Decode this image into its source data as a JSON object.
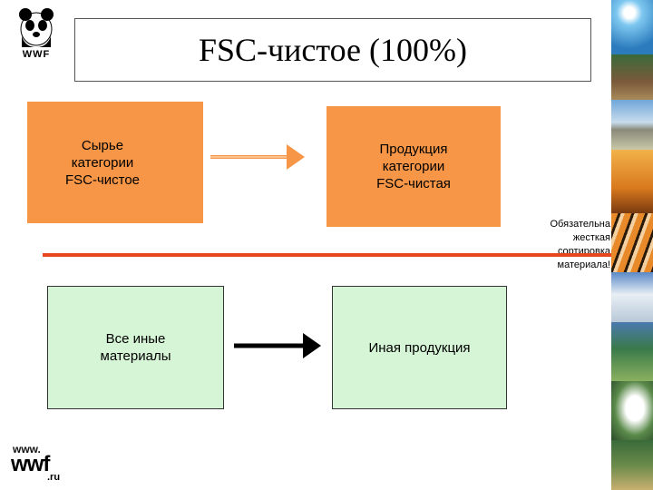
{
  "logo": {
    "text": "WWF",
    "icon": "panda-icon"
  },
  "title": "FSC-чистое (100%)",
  "boxes": {
    "raw": "Сырье\nкатегории\nFSC-чистое",
    "product": "Продукция\nкатегории\nFSC-чистая",
    "other": "Все иные\nматериалы",
    "other_product": "Иная продукция"
  },
  "note": "Обязательна\nжесткая\nсортировка\nматериала!",
  "site": {
    "www": "www.",
    "name": "wwf",
    "tld": ".ru"
  },
  "colors": {
    "orange": "#f79646",
    "green_fill": "#d6f5d6",
    "separator": "#e8461c",
    "arrow_black": "#000000"
  }
}
